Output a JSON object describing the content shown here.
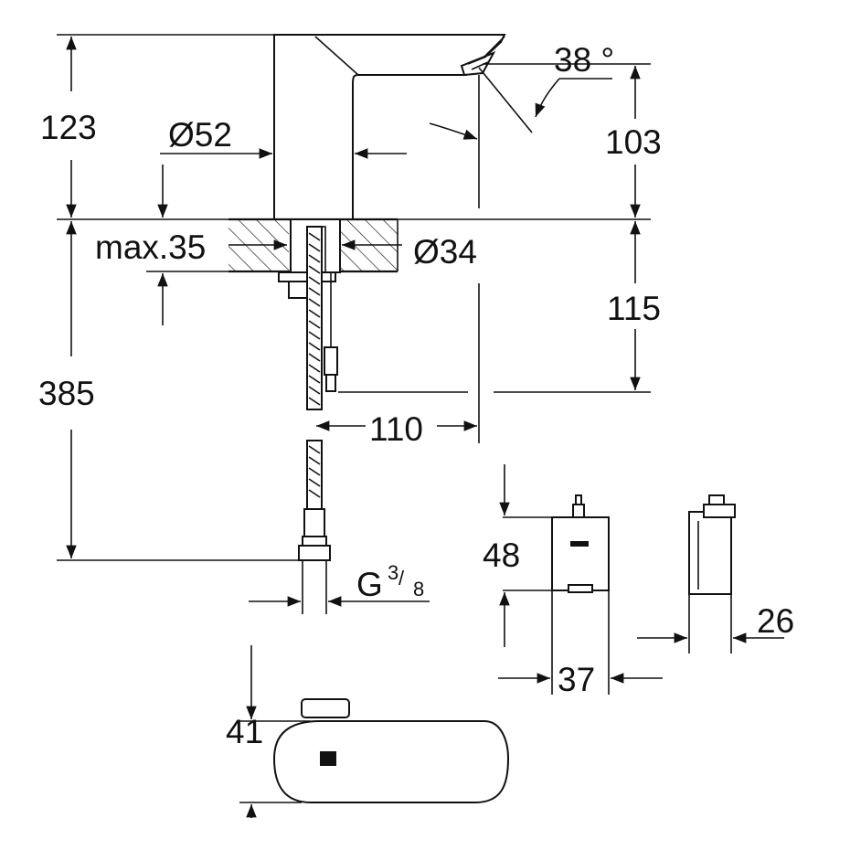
{
  "dimensions": {
    "spout_height": "123",
    "spout_angle": "38 °",
    "outlet_height": "103",
    "body_diameter": "Ø52",
    "mount_max_thickness": "max.35",
    "hole_diameter": "Ø34",
    "hose_drop": "115",
    "total_length": "385",
    "spout_reach": "110",
    "thread_main": "G",
    "thread_num": "3",
    "thread_den": "8",
    "box_height": "48",
    "box_width": "37",
    "box_depth": "26",
    "top_view_height": "41"
  },
  "colors": {
    "line": "#111111",
    "background": "#ffffff"
  }
}
